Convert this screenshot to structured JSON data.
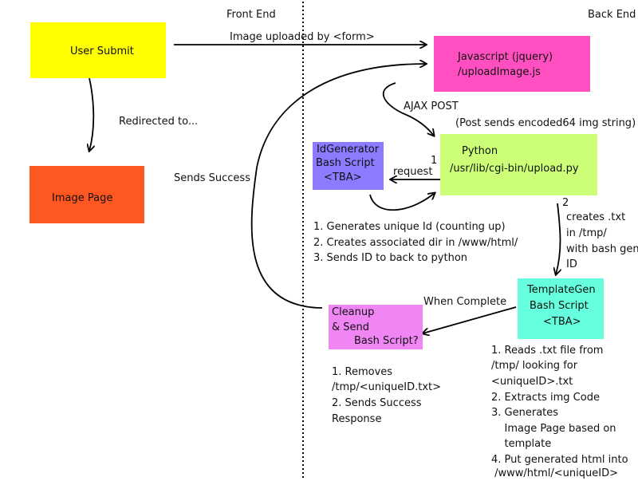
{
  "headers": {
    "front_end": "Front End",
    "back_end": "Back End"
  },
  "colors": {
    "user_submit": "#ffff00",
    "image_page": "#ff5722",
    "javascript": "#ff4fc1",
    "python": "#ccff77",
    "idgenerator": "#8c7bff",
    "templategen": "#66ffdd",
    "cleanup": "#ef86f4"
  },
  "nodes": {
    "user_submit": "User Submit",
    "image_page": "Image Page",
    "javascript": {
      "line1": "Javascript (jquery)",
      "line2": "/uploadImage.js"
    },
    "python": {
      "line1": "Python",
      "line2": "/usr/lib/cgi-bin/upload.py"
    },
    "idgenerator": {
      "line1": "IdGenerator",
      "line2": "Bash Script",
      "line3": "<TBA>"
    },
    "templategen": {
      "line1": "TemplateGen",
      "line2": "Bash Script",
      "line3": "<TBA>"
    },
    "cleanup": {
      "line1": "Cleanup",
      "line2": "& Send",
      "line3": "Bash Script?"
    }
  },
  "edges": {
    "image_uploaded": "Image uploaded by <form>",
    "redirected": "Redirected to...",
    "sends_success": "Sends Success",
    "ajax_post": "AJAX POST",
    "post_sends": "(Post sends encoded64 img string)",
    "request": "request",
    "step1": "1",
    "step2": "2",
    "creates_txt": [
      "creates .txt",
      "in /tmp/",
      "with bash gen",
      "ID"
    ],
    "when_complete": "When Complete"
  },
  "notes": {
    "idgen": [
      "1. Generates unique Id (counting up)",
      "2. Creates associated dir in /www/html/",
      "3. Sends ID to back to python"
    ],
    "cleanup": [
      "1. Removes",
      "/tmp/<uniqueID.txt>",
      "2. Sends Success",
      "Response"
    ],
    "templategen": [
      "1. Reads .txt file from",
      "/tmp/ looking for",
      "<uniqueID>.txt",
      "2. Extracts img Code",
      "3. Generates",
      "    Image Page based on",
      "    template",
      "4. Put generated html into",
      " /www/html/<uniqueID>"
    ]
  }
}
